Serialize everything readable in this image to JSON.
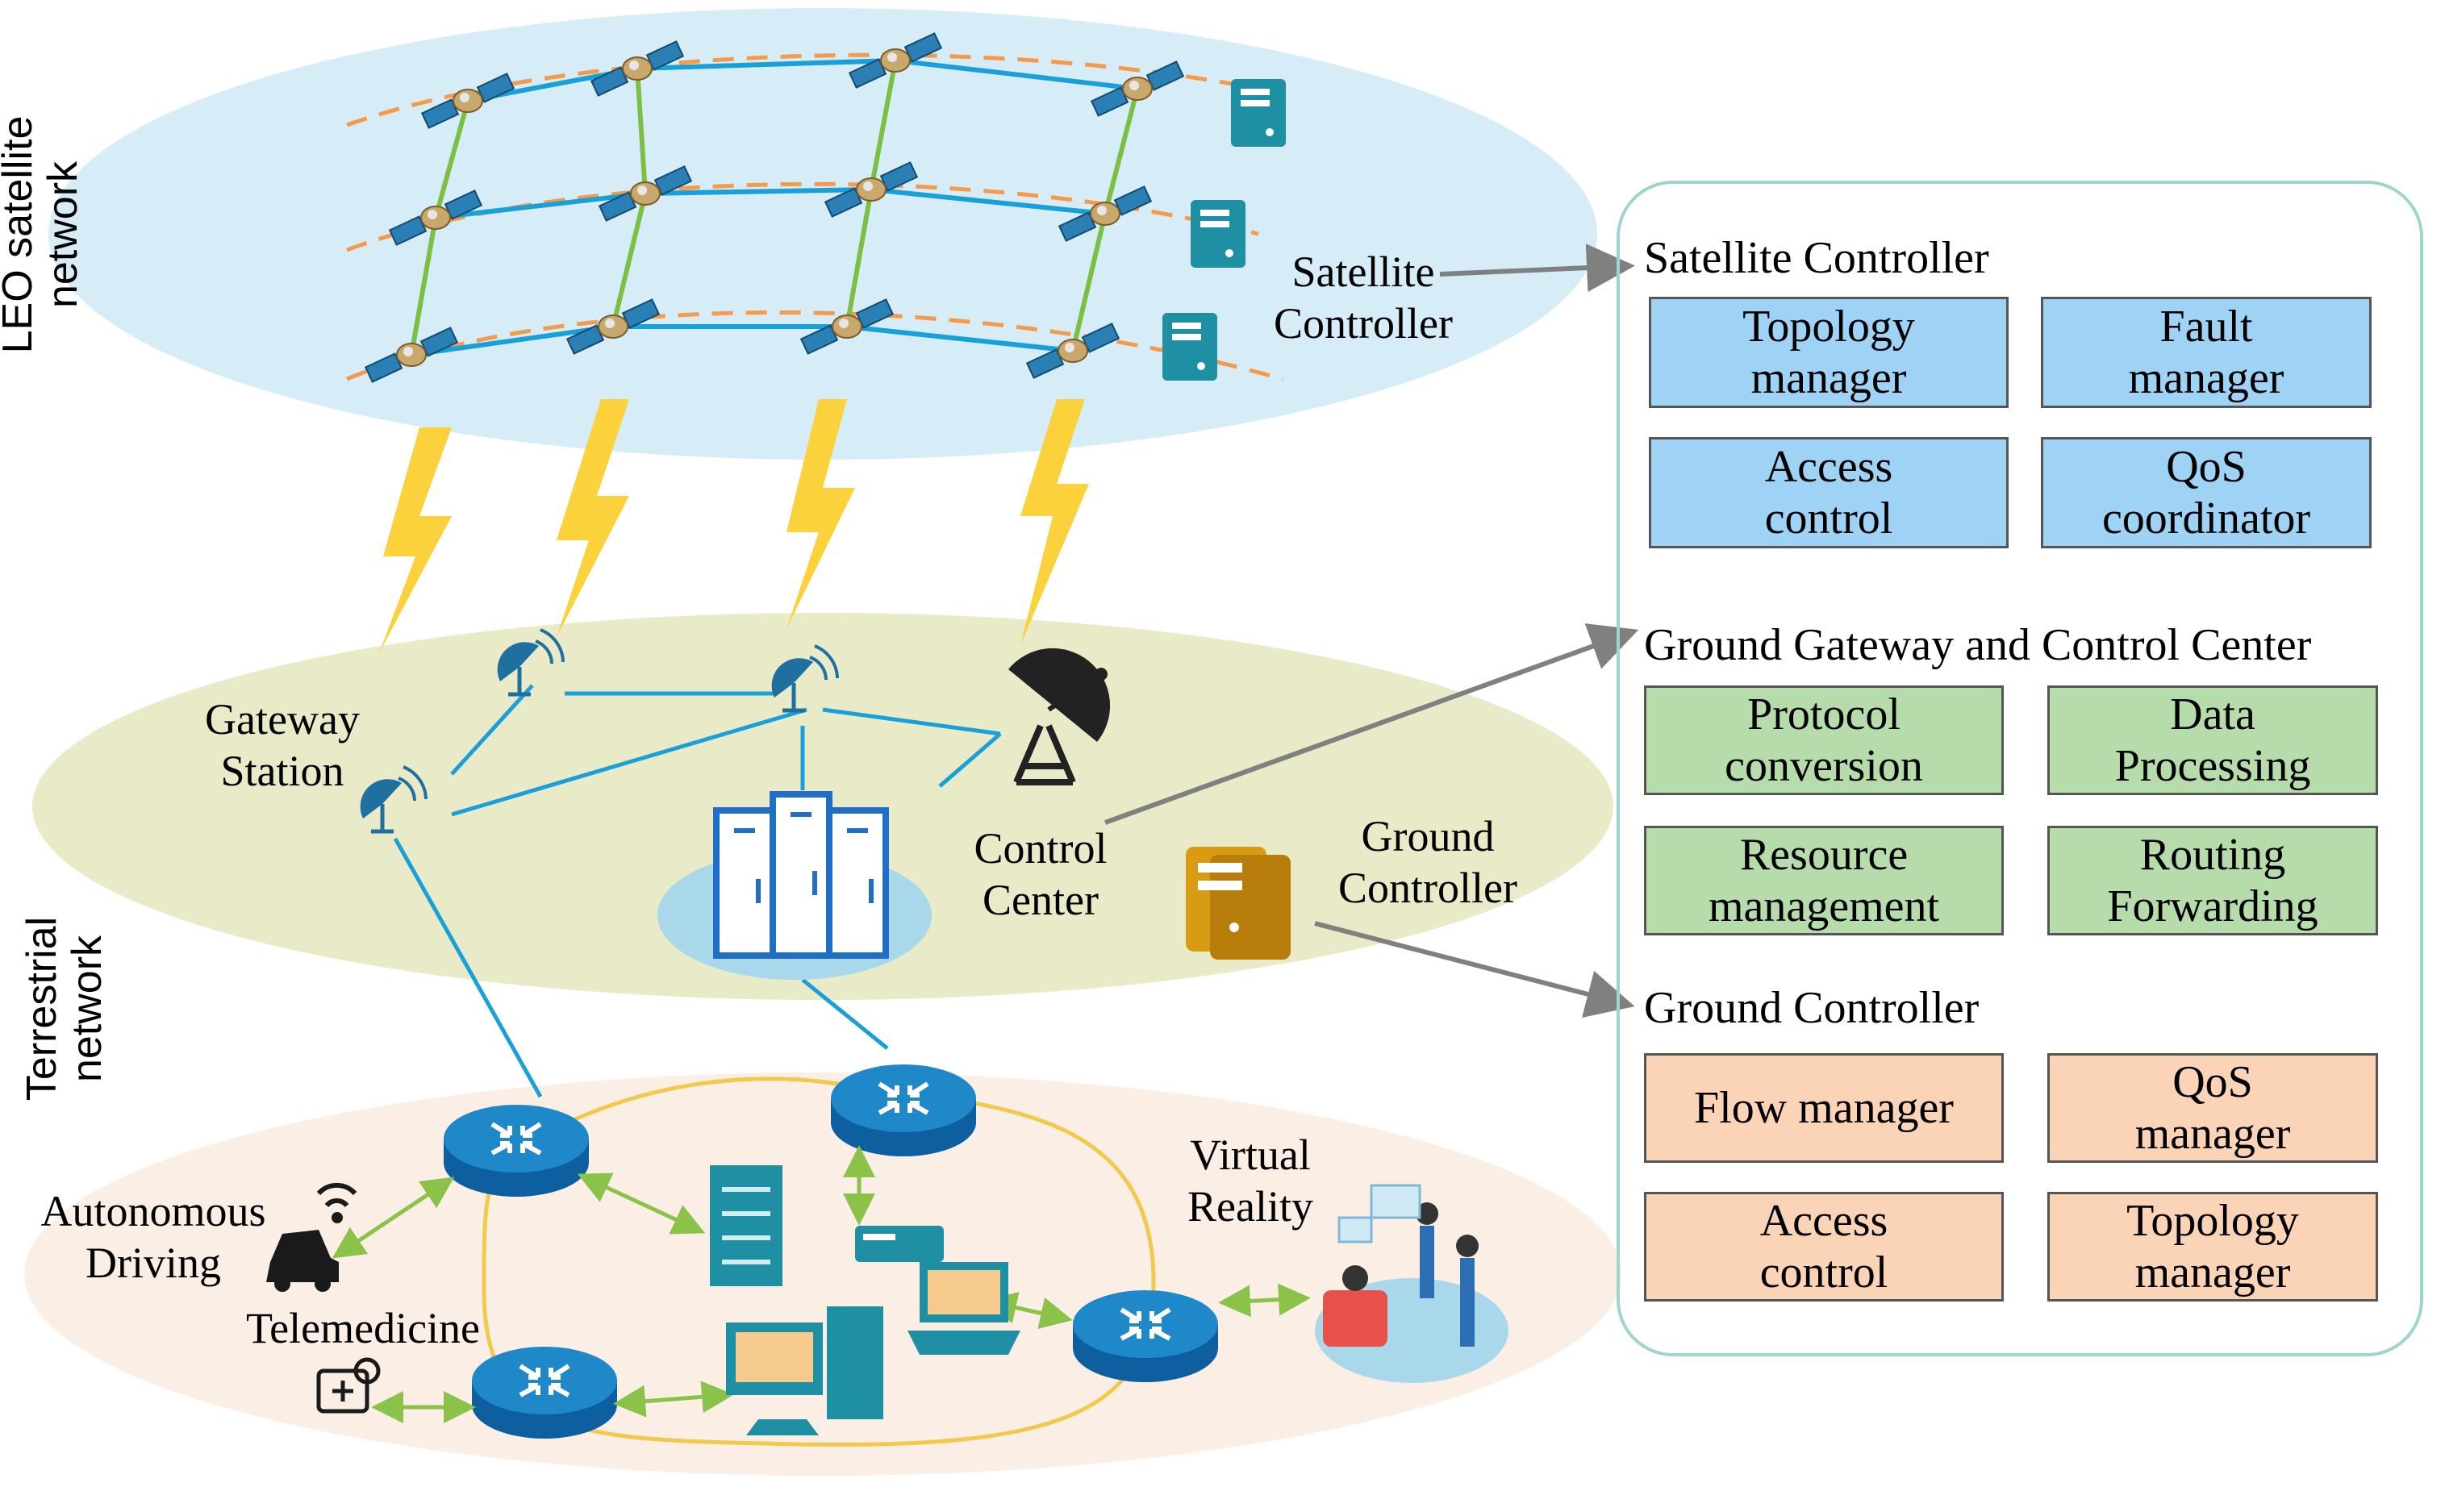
{
  "layers": {
    "leo": "LEO satellite\nnetwork",
    "terrestrial": "Terrestrial\nnetwork"
  },
  "labels": {
    "satellite_controller": "Satellite\nController",
    "gateway_station": "Gateway\nStation",
    "control_center": "Control\nCenter",
    "ground_controller": "Ground\nController",
    "virtual_reality": "Virtual\nReality",
    "autonomous_driving": "Autonomous\nDriving",
    "telemedicine": "Telemedicine"
  },
  "panel": {
    "satellite": {
      "heading": "Satellite Controller",
      "boxes": [
        "Topology\nmanager",
        "Fault\nmanager",
        "Access\ncontrol",
        "QoS\ncoordinator"
      ]
    },
    "ground_gateway": {
      "heading": "Ground Gateway and Control Center",
      "boxes": [
        "Protocol\nconversion",
        "Data\nProcessing",
        "Resource\nmanagement",
        "Routing\nForwarding"
      ]
    },
    "ground_controller": {
      "heading": "Ground Controller",
      "boxes": [
        "Flow manager",
        "QoS\nmanager",
        "Access\ncontrol",
        "Topology\nmanager"
      ]
    }
  },
  "colors": {
    "satellite_box": "#9fd3f5",
    "gateway_box": "#b6dcac",
    "controller_box": "#fbd4b8",
    "leo_layer": "#d6ecf7",
    "terrestrial_layer": "#e9ebc8",
    "access_layer": "#fbeee4",
    "isl_link": "#1aa0d8",
    "orbit_link": "#7ac143",
    "orbit_path": "#f59a4a",
    "lightning": "#fbd23c",
    "access_ring": "#f2c94c",
    "device_link": "#8bc34a",
    "router": "#1e88c8",
    "server": "#1f8fa3",
    "ground_server": "#d99a14",
    "datacenter": "#1f6fc8",
    "panel_border": "#9ed5cf",
    "arrow": "#808080"
  },
  "icons": [
    "satellite-icon",
    "server-icon",
    "antenna-icon",
    "satellite-dish-icon",
    "datacenter-icon",
    "router-icon",
    "car-icon",
    "wifi-icon",
    "telemedicine-icon",
    "desktop-icon",
    "laptop-icon",
    "vr-users-icon"
  ]
}
